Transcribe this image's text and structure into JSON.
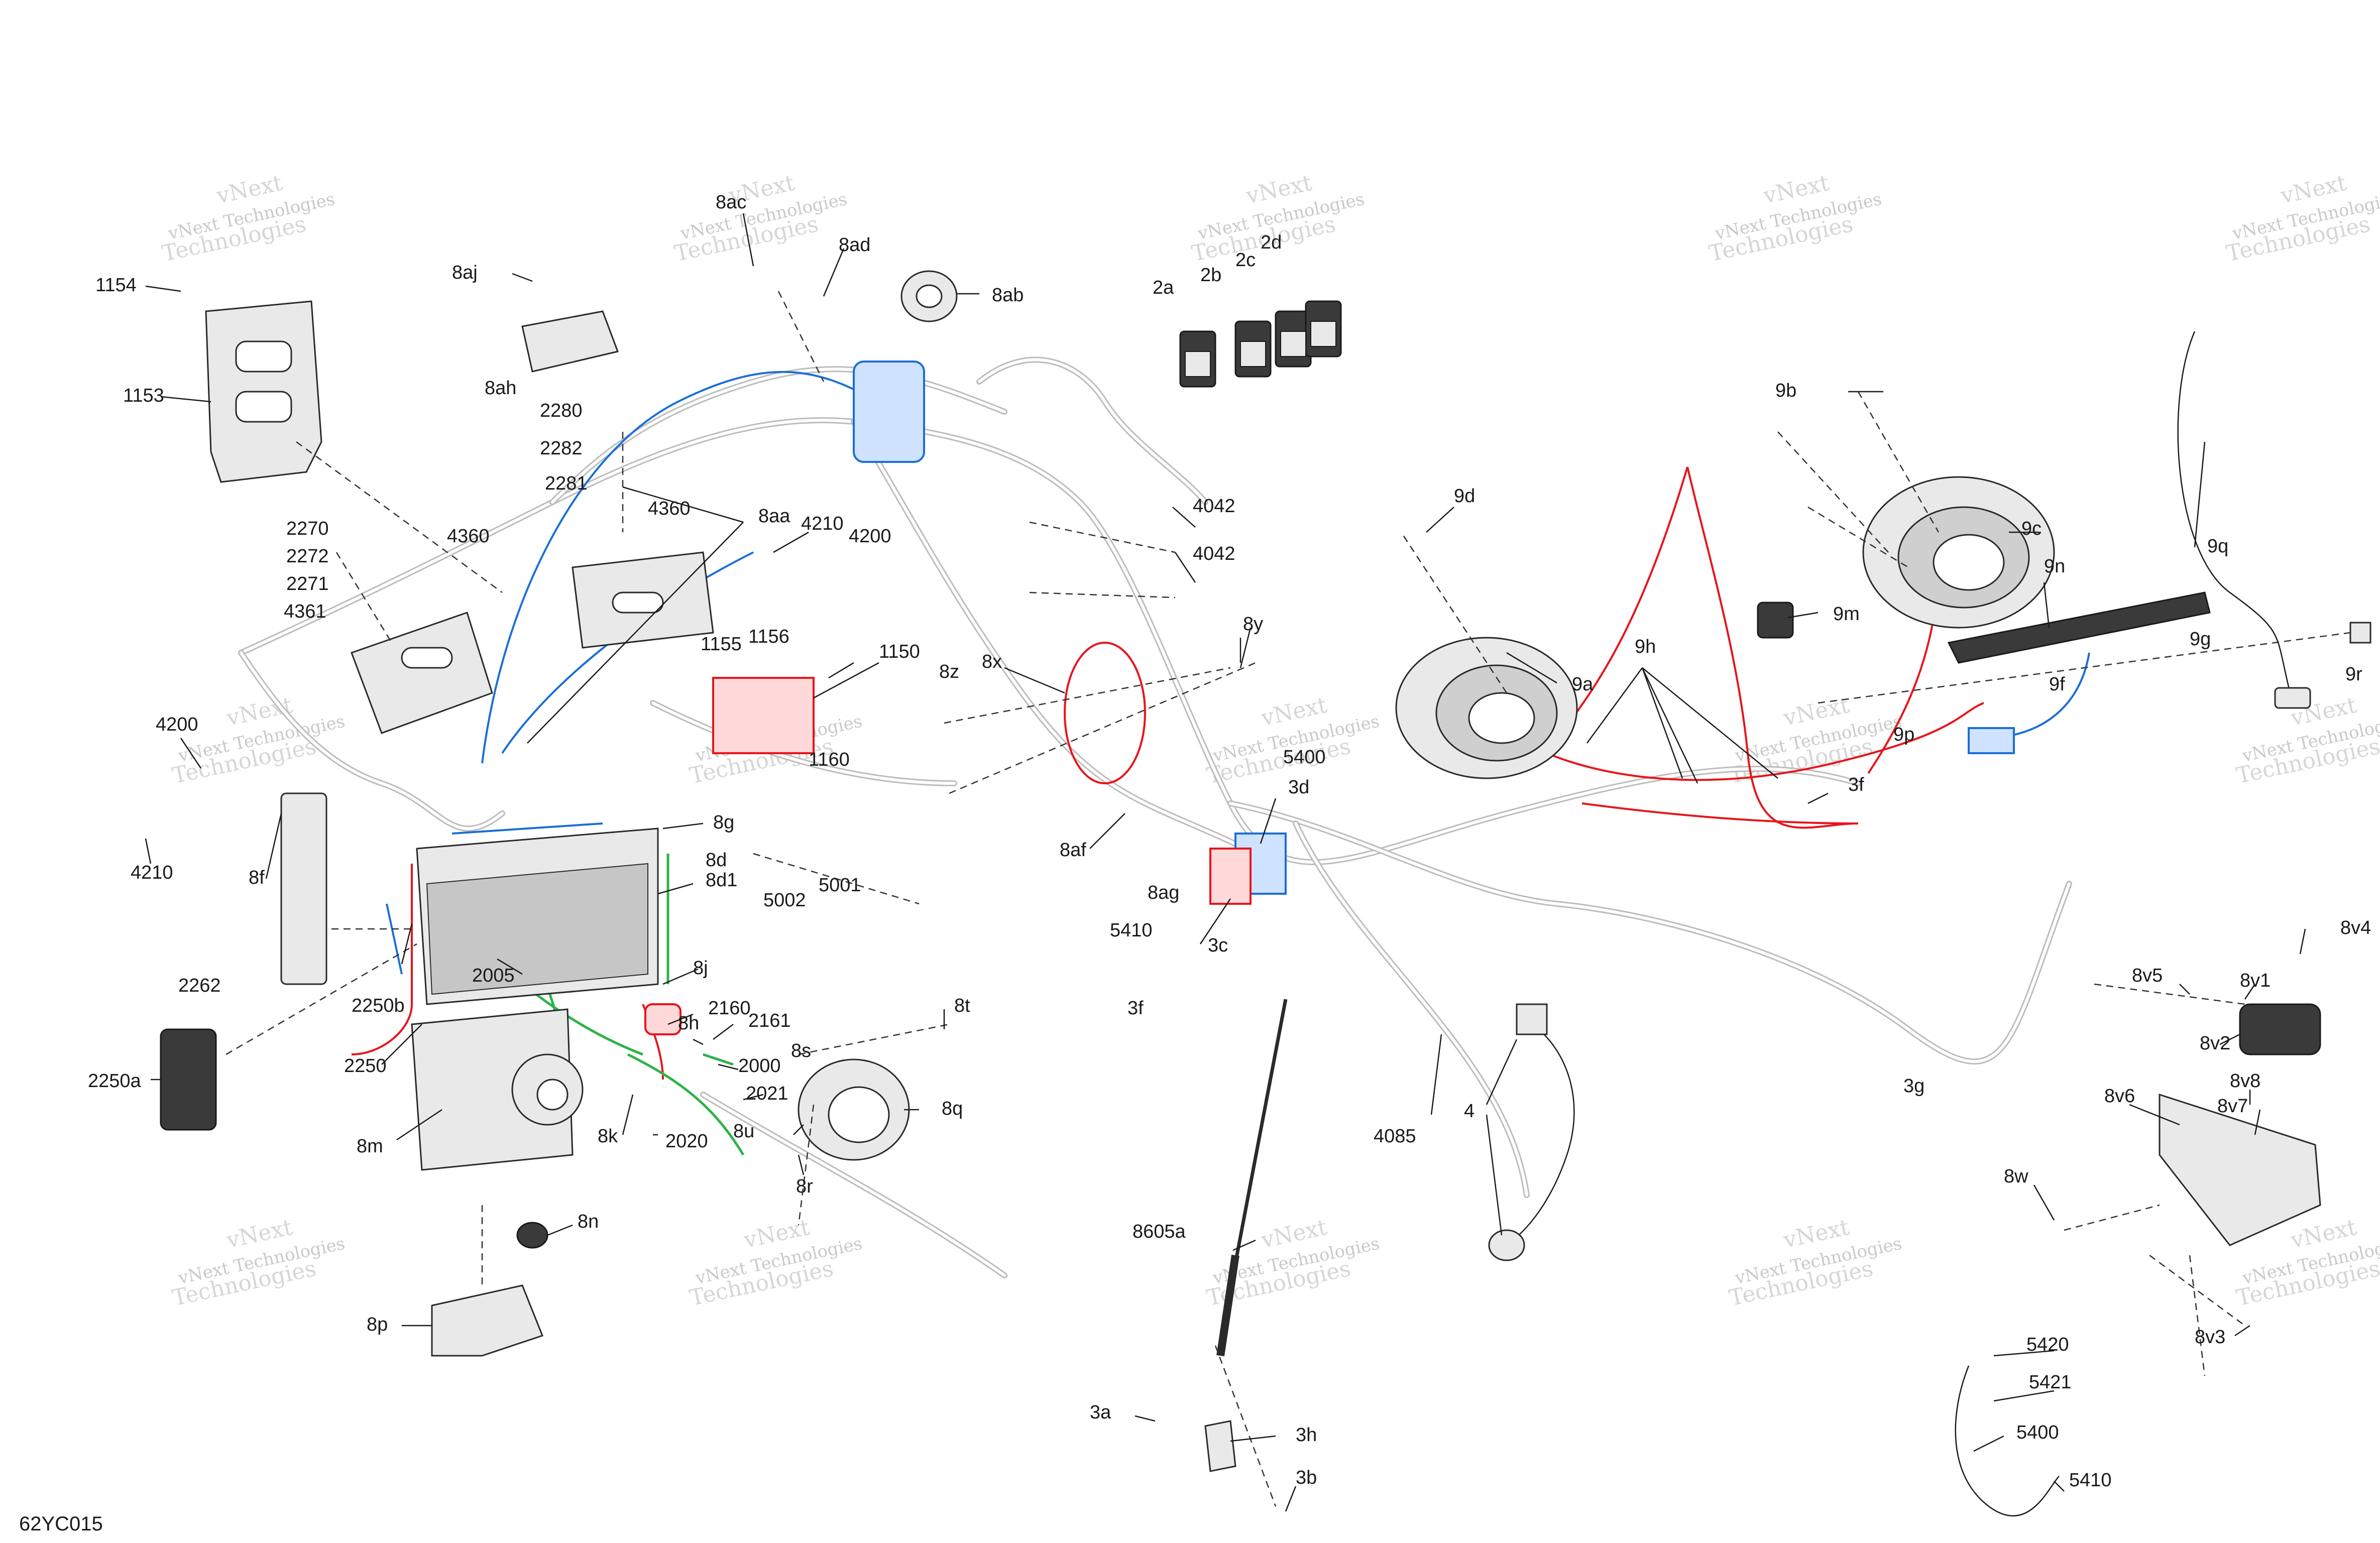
{
  "diagram_code": "62YC015",
  "watermark": {
    "line1": "vNext",
    "line2": "Technologies",
    "line3": "vNext Technologies"
  },
  "colors": {
    "red_harness": "#e8141c",
    "blue_harness": "#1a6fd6",
    "green_harness": "#2db34a",
    "grey_harness": "#bdbdbd"
  },
  "labels": {
    "l1154": "1154",
    "l1153": "1153",
    "l8ac": "8ac",
    "l8ad": "8ad",
    "l8aj": "8aj",
    "l8ah": "8ah",
    "l8ab": "8ab",
    "l8aa": "8aa",
    "l2a": "2a",
    "l2b": "2b",
    "l2c": "2c",
    "l2d": "2d",
    "l9b": "9b",
    "l9c": "9c",
    "l9d": "9d",
    "l9a": "9a",
    "l9m": "9m",
    "l9h": "9h",
    "l9n": "9n",
    "l9g": "9g",
    "l9p": "9p",
    "l9f": "9f",
    "l9q": "9q",
    "l9r": "9r",
    "l2280": "2280",
    "l2282": "2282",
    "l2281": "2281",
    "l4360a": "4360",
    "l4360b": "4360",
    "l4361": "4361",
    "l2270": "2270",
    "l2272": "2272",
    "l2271": "2271",
    "l4210a": "4210",
    "l4200a": "4200",
    "l4200b": "4200",
    "l4210b": "4210",
    "l1155": "1155",
    "l1156": "1156",
    "l1150": "1150",
    "l1160": "1160",
    "l4042a": "4042",
    "l4042b": "4042",
    "l8y": "8y",
    "l8x": "8x",
    "l8z": "8z",
    "l8f": "8f",
    "l8g": "8g",
    "l8d": "8d",
    "l8d1": "8d1",
    "l8af": "8af",
    "l8ag": "8ag",
    "l5400a": "5400",
    "l3d": "3d",
    "l3f": "3f",
    "l3fb": "3f",
    "l3c": "3c",
    "l3g": "3g",
    "l5002": "5002",
    "l5001": "5001",
    "l5410a": "5410",
    "l2262": "2262",
    "l2250b": "2250b",
    "l2250a": "2250a",
    "l2250": "2250",
    "l2005": "2005",
    "l8j": "8j",
    "l8h": "8h",
    "l2160": "2160",
    "l2161": "2161",
    "l2000": "2000",
    "l8t": "8t",
    "l8s": "8s",
    "l8q": "8q",
    "l2021": "2021",
    "l8u": "8u",
    "l8r": "8r",
    "l8k": "8k",
    "l2020": "2020",
    "l8m": "8m",
    "l8n": "8n",
    "l8p": "8p",
    "l4085": "4085",
    "l4": "4",
    "l8605a": "8605a",
    "l3a": "3a",
    "l3h": "3h",
    "l3b": "3b",
    "l8v1": "8v1",
    "l8v4": "8v4",
    "l8v5": "8v5",
    "l8v2": "8v2",
    "l8v8": "8v8",
    "l8v6": "8v6",
    "l8v7": "8v7",
    "l8w": "8w",
    "l8v3": "8v3",
    "l5420": "5420",
    "l5421": "5421",
    "l5400b": "5400",
    "l5410b": "5410"
  }
}
